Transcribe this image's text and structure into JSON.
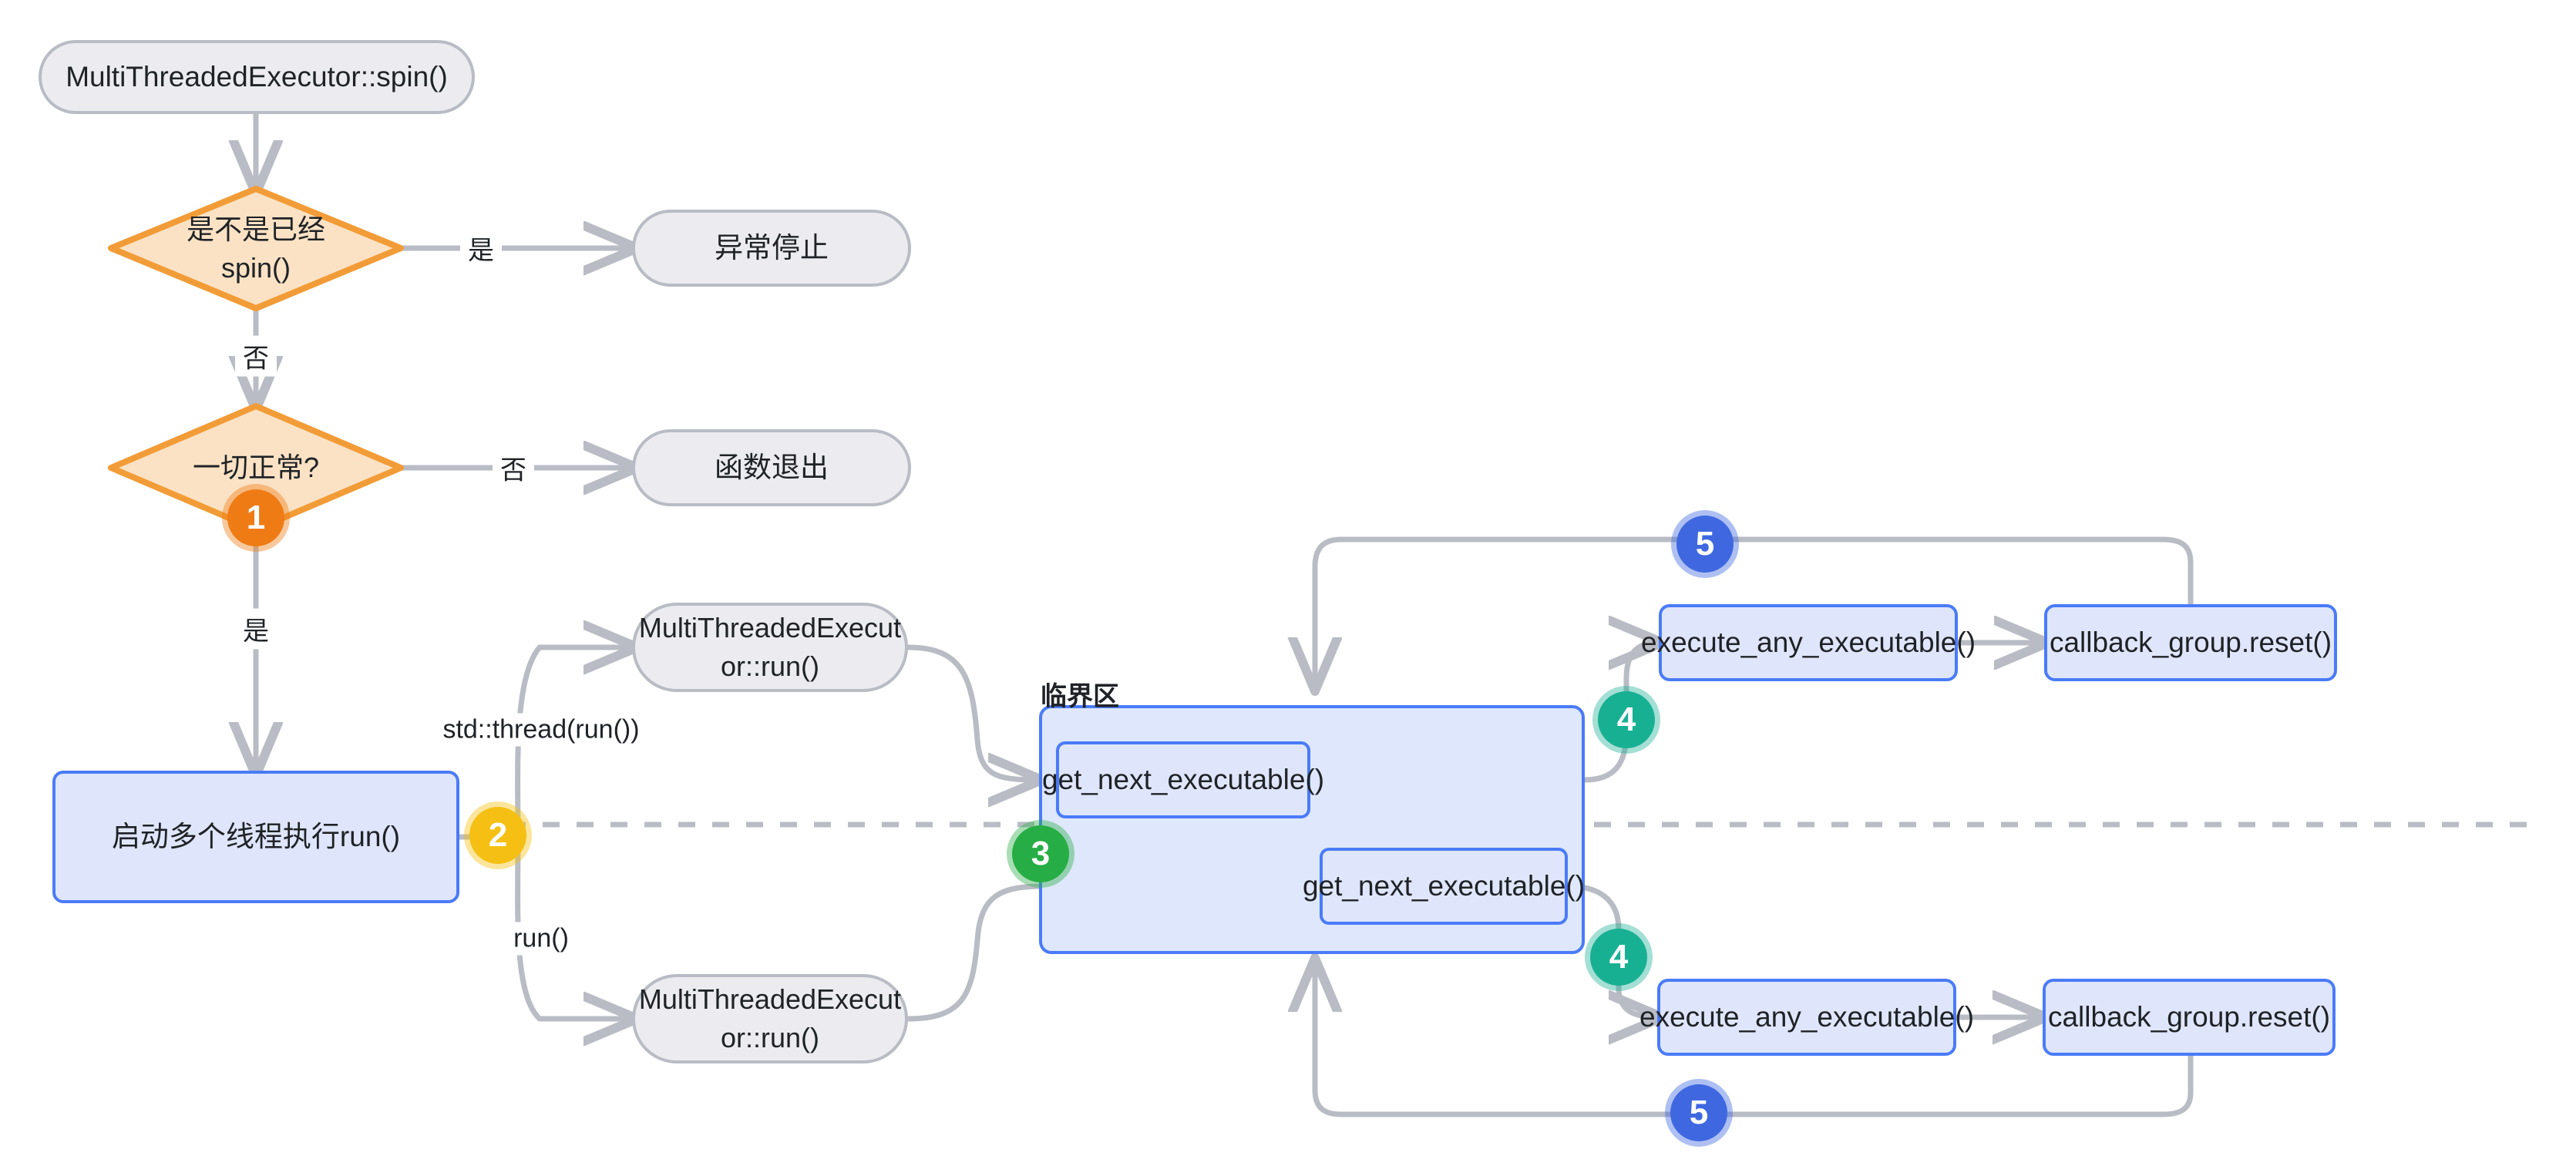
{
  "diagram": {
    "title": "MultiThreadedExecutor::spin() flow",
    "colors": {
      "stadium_fill": "#ececf0",
      "stadium_stroke": "#b9bcc4",
      "diamond_fill": "#fbe2c4",
      "diamond_stroke": "#f29c38",
      "bluebox_fill": "#dfe6fb",
      "bluebox_stroke": "#4a7bf7",
      "section_fill": "#dee7fb",
      "edge_stroke": "#b9bcc4",
      "badge_orange": "#ef7b15",
      "badge_yellow": "#f5c013",
      "badge_green": "#27ad45",
      "badge_teal": "#18b093",
      "badge_blue": "#3f68e0"
    },
    "section_label": "临界区",
    "nodes": {
      "spin_entry": "MultiThreadedExecutor::spin()",
      "decision_already_spin": "是不是已经\nspin()",
      "abnormal_stop": "异常停止",
      "decision_all_ok": "一切正常?",
      "function_exit": "函数退出",
      "start_threads": "启动多个线程执行run()",
      "run_top": "MultiThreadedExecut\nor::run()",
      "run_bottom": "MultiThreadedExecut\nor::run()",
      "get_next_top": "get_next_executable()",
      "get_next_bottom": "get_next_executable()",
      "exec_any_top": "execute_any_executable()",
      "exec_any_bottom": "execute_any_executable()",
      "cb_reset_top": "callback_group.reset()",
      "cb_reset_bottom": "callback_group.reset()"
    },
    "edge_labels": {
      "yes_to_abnormal": "是",
      "no_to_all_ok": "否",
      "no_to_exit": "否",
      "yes_to_threads": "是",
      "std_thread_run": "std::thread(run())",
      "run_call": "run()"
    },
    "badges": [
      {
        "id": "badge-1",
        "value": "1",
        "color": "orange"
      },
      {
        "id": "badge-2",
        "value": "2",
        "color": "yellow"
      },
      {
        "id": "badge-3",
        "value": "3",
        "color": "green"
      },
      {
        "id": "badge-4-top",
        "value": "4",
        "color": "teal"
      },
      {
        "id": "badge-4-bottom",
        "value": "4",
        "color": "teal"
      },
      {
        "id": "badge-5-top",
        "value": "5",
        "color": "blue"
      },
      {
        "id": "badge-5-bottom",
        "value": "5",
        "color": "blue"
      }
    ]
  }
}
